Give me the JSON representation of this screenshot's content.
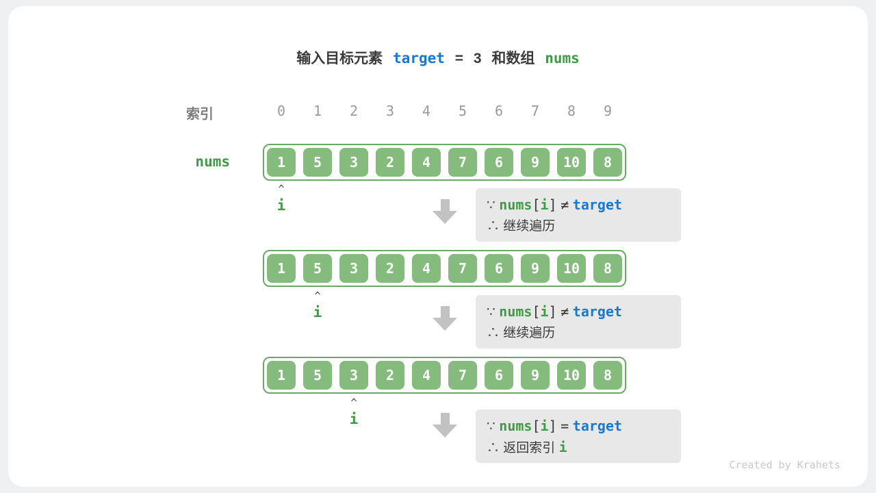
{
  "colors": {
    "green_text": "#3f9b45",
    "cell_green": "#85bb7d",
    "row_border": "#67aa64",
    "blue_text": "#1878d2",
    "index_gray": "#9a9a9a",
    "dark_text": "#3a3a3a",
    "note_box_bg": "#e8e8e8",
    "arrow_gray": "#c2c2c2",
    "credit_gray": "#c8c8c8"
  },
  "title": {
    "prefix": "输入目标元素",
    "target_label": "target",
    "equals": "=",
    "target_value": "3",
    "suffix": "和数组",
    "nums_label": "nums"
  },
  "index_row": {
    "label": "索引",
    "indices": [
      "0",
      "1",
      "2",
      "3",
      "4",
      "5",
      "6",
      "7",
      "8",
      "9"
    ]
  },
  "array": {
    "label": "nums",
    "values": [
      "1",
      "5",
      "3",
      "2",
      "4",
      "7",
      "6",
      "9",
      "10",
      "8"
    ]
  },
  "steps": [
    {
      "caret": "^",
      "pointer_label": "i",
      "note": {
        "because": "∵",
        "code_nums": "nums",
        "bracket_open": "[",
        "index_var": "i",
        "bracket_close": "]",
        "operator": "≠",
        "code_target": "target",
        "therefore": "∴",
        "conclusion": "继续遍历"
      }
    },
    {
      "caret": "^",
      "pointer_label": "i",
      "note": {
        "because": "∵",
        "code_nums": "nums",
        "bracket_open": "[",
        "index_var": "i",
        "bracket_close": "]",
        "operator": "≠",
        "code_target": "target",
        "therefore": "∴",
        "conclusion": "继续遍历"
      }
    },
    {
      "caret": "^",
      "pointer_label": "i",
      "note": {
        "because": "∵",
        "code_nums": "nums",
        "bracket_open": "[",
        "index_var": "i",
        "bracket_close": "]",
        "operator": "=",
        "code_target": "target",
        "therefore": "∴",
        "conclusion": "返回索引",
        "conclusion_var": "i"
      }
    }
  ],
  "footer": {
    "credit": "Created by Krahets"
  }
}
